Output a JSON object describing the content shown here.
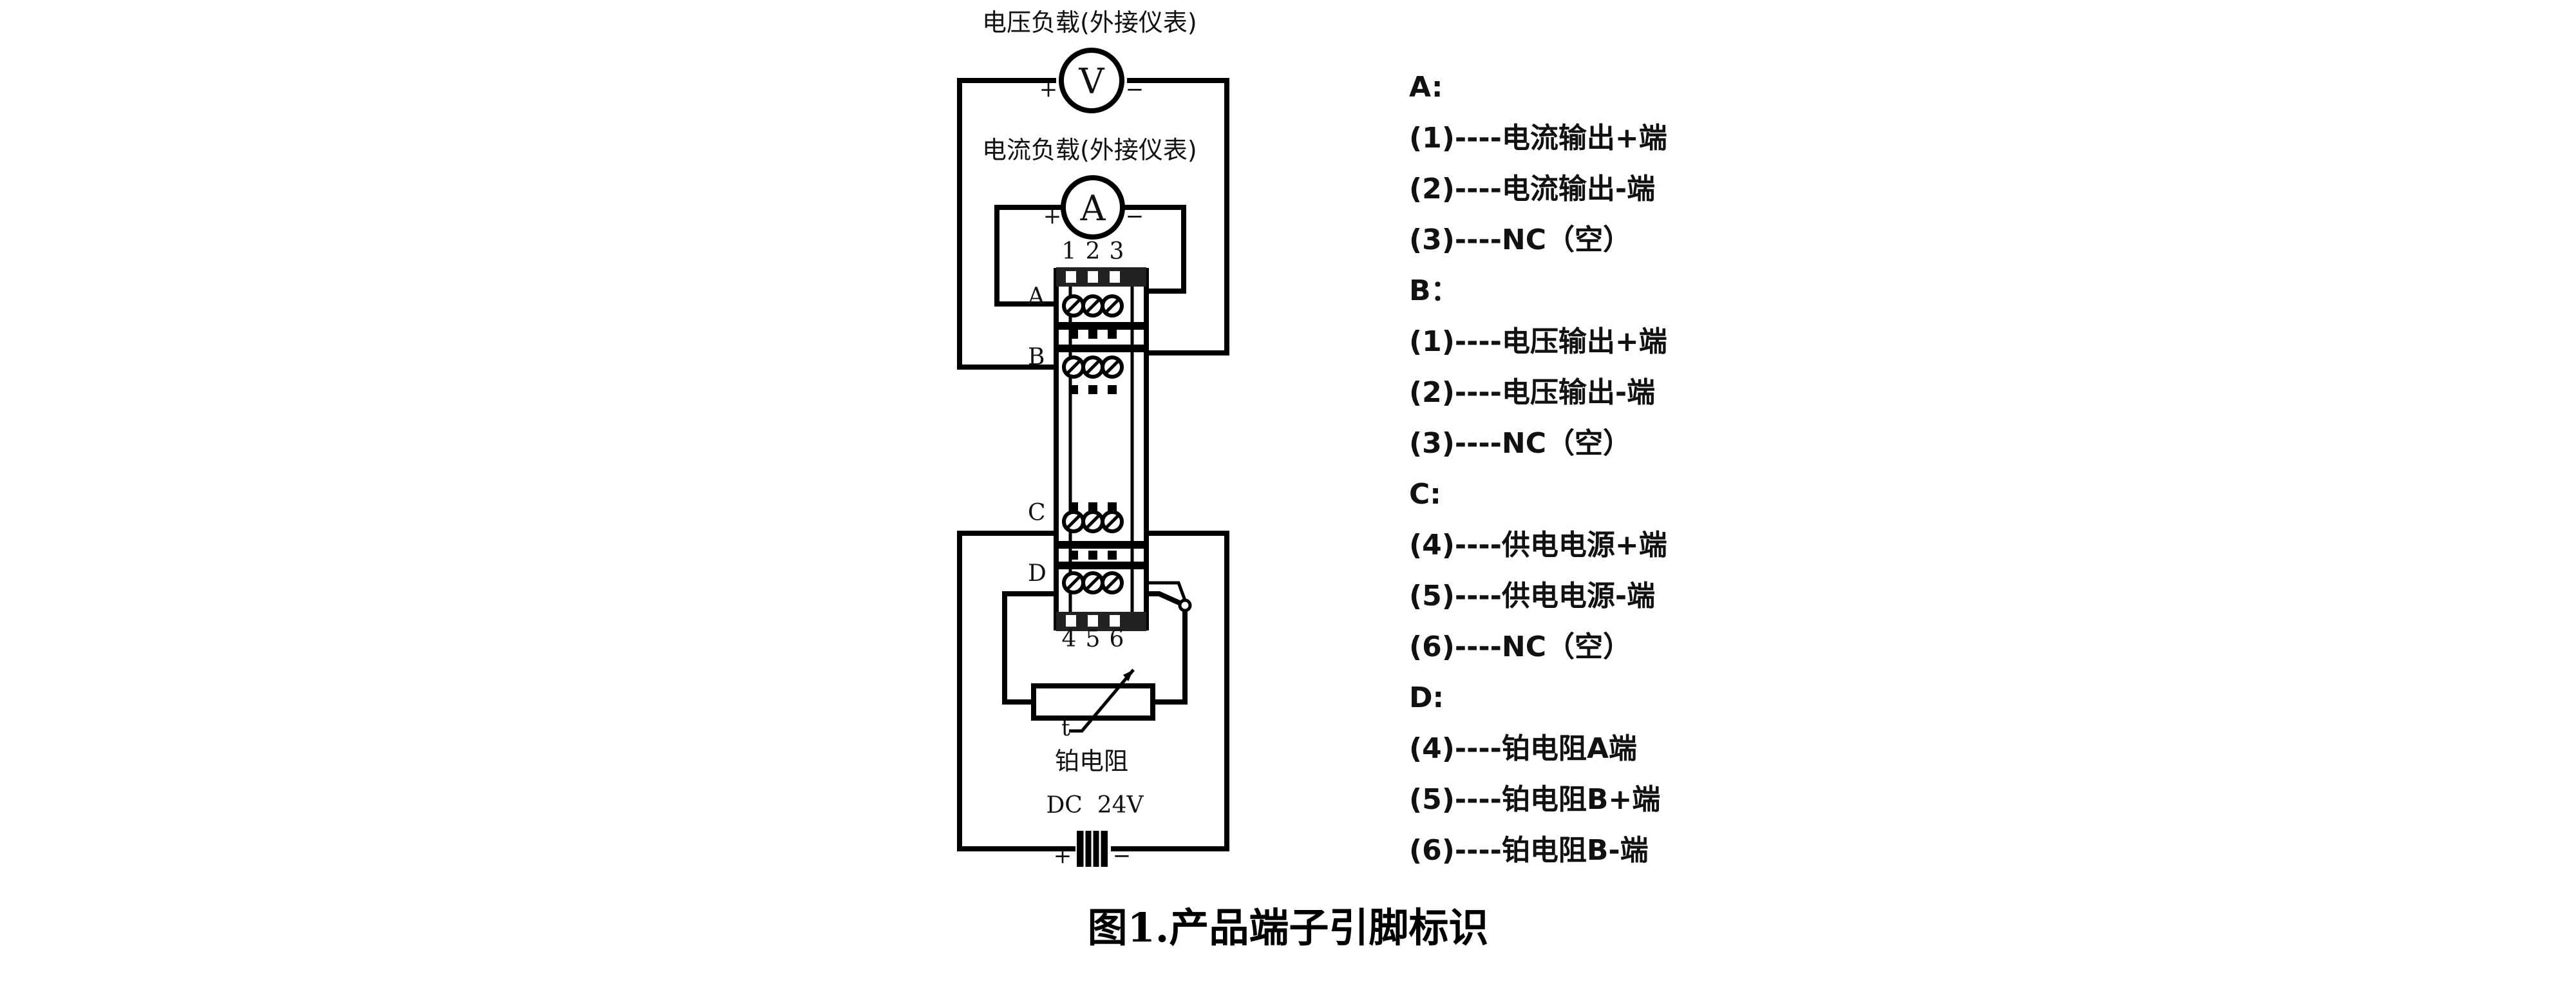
{
  "diagram": {
    "voltage_load_label": "电压负载(外接仪表)",
    "current_load_label": "电流负载(外接仪表)",
    "voltmeter_symbol": "V",
    "ammeter_symbol": "A",
    "plus_sign": "+",
    "minus_sign": "−",
    "top_pin_numbers": [
      "1",
      "2",
      "3"
    ],
    "bottom_pin_numbers": [
      "4",
      "5",
      "6"
    ],
    "group_labels": [
      "A",
      "B",
      "C",
      "D"
    ],
    "thermistor_t_label": "t",
    "rtd_label": "铂电阻",
    "supply_label": "DC  24V"
  },
  "legend": [
    "A:",
    "(1)----电流输出+端",
    "(2)----电流输出-端",
    "(3)----NC（空）",
    "B：",
    "(1)----电压输出+端",
    "(2)----电压输出-端",
    "(3)----NC（空）",
    "C:",
    "(4)----供电电源+端",
    "(5)----供电电源-端",
    "(6)----NC（空）",
    "D:",
    "(4)----铂电阻A端",
    "(5)----铂电阻B+端",
    "(6)----铂电阻B-端"
  ],
  "caption": "图1.产品端子引脚标识"
}
